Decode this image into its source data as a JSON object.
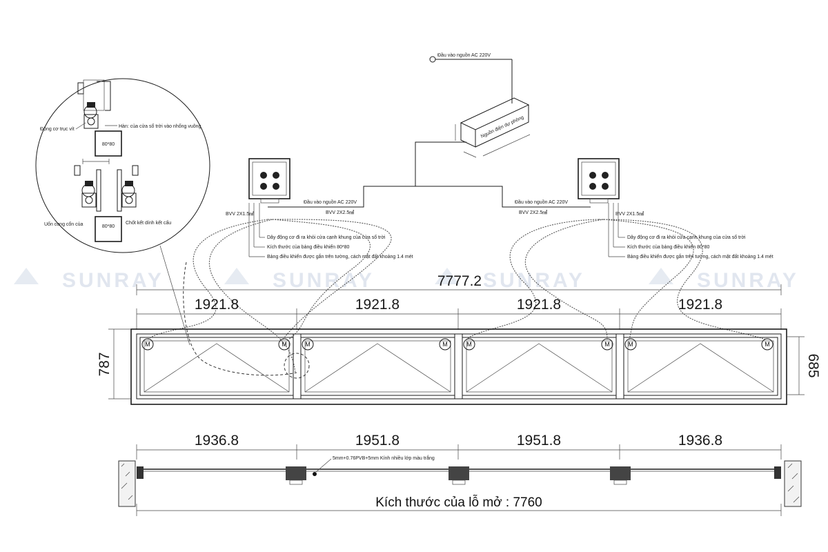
{
  "watermark": {
    "brand": "SUNRAY",
    "color": "#c9d3e3"
  },
  "top_dims": {
    "total": "7777.2",
    "segments": [
      "1921.8",
      "1921.8",
      "1921.8",
      "1921.8"
    ],
    "height_left": "787",
    "height_right": "685"
  },
  "bottom_dims": {
    "segments": [
      "1936.8",
      "1951.8",
      "1951.8",
      "1936.8"
    ],
    "glass_note": "5mm+0.76PVB+5mm Kính nhiều lớp màu trắng",
    "caption": "Kích thước của lỗ mở : 7760"
  },
  "power": {
    "input_label": "Đầu vào nguồn AC 220V",
    "box_label": "Nguồn điện dự phòng"
  },
  "controllers": {
    "input_label": "Đầu vào nguồn AC 220V",
    "cable_main": "BVV 2X2.5㎟",
    "cable_local": "BVV 2X1.5㎟",
    "notes": [
      "Dây động cơ đi ra khỏi cửa cạnh khung của cửa sổ trời",
      "Kích thước của bảng điều khiển 80*80",
      "Bảng điều khiển được gắn trên tường, cách mặt đất khoảng 1.4 mét"
    ]
  },
  "detail": {
    "motor_label": "Động cơ trục vít",
    "hinge_label": "Hàn: của cửa sổ trời vào nhống vuông",
    "tube_label": "80*80",
    "bend_label": "Uốn cong cổn của",
    "fix_label": "Chốt kết dính kết cấu"
  },
  "motor_symbol": "M"
}
